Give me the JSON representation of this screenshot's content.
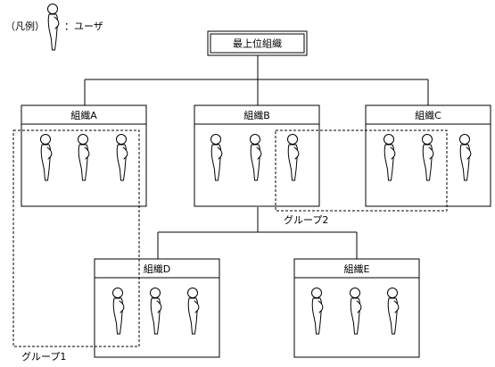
{
  "legend": {
    "prefix": "（凡例）",
    "label": "：ユーザ",
    "icon": "user-icon"
  },
  "top": {
    "label": "最上位組織"
  },
  "orgs": {
    "a": {
      "label": "組織A",
      "user_count": 3
    },
    "b": {
      "label": "組織B",
      "user_count": 3
    },
    "c": {
      "label": "組織C",
      "user_count": 3
    },
    "d": {
      "label": "組織D",
      "user_count": 3
    },
    "e": {
      "label": "組織E",
      "user_count": 3
    }
  },
  "groups": {
    "g1": {
      "label": "グループ1"
    },
    "g2": {
      "label": "グループ2"
    }
  },
  "colors": {
    "line": "#000000",
    "background": "#ffffff"
  }
}
